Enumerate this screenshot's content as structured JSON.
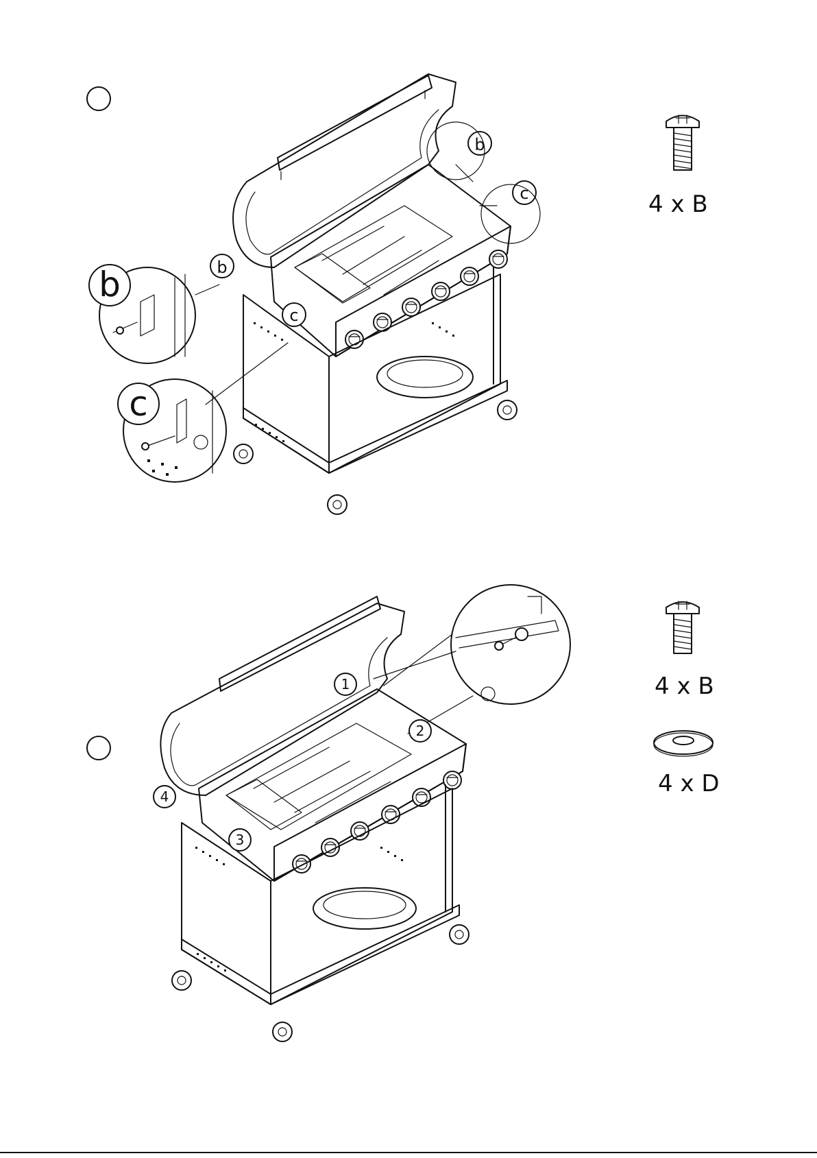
{
  "step1": {
    "callouts": [
      "b",
      "c"
    ],
    "parts": [
      {
        "qty": "4 x B"
      }
    ]
  },
  "step2": {
    "callouts": [
      "1",
      "2",
      "3",
      "4"
    ],
    "parts": [
      {
        "qty": "4 x B"
      },
      {
        "qty": "4 x D"
      }
    ]
  }
}
